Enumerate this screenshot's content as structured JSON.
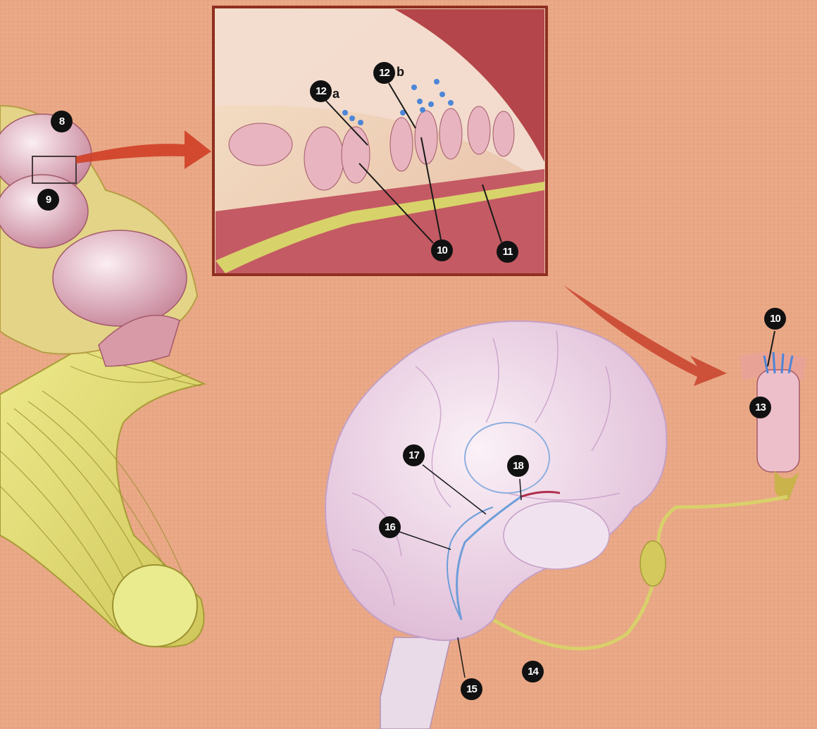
{
  "colors": {
    "background": "#e9a785",
    "nerve": "#e6e07a",
    "cochlea": "#f2c9d2",
    "inset_border": "#8e2f20",
    "arrow": "#c8412b",
    "brain": "#f3dde9",
    "pathway": "#6e9ed9",
    "hair_cell": "#4c86d8"
  },
  "labels": [
    {
      "id": "8",
      "text": "8"
    },
    {
      "id": "9",
      "text": "9"
    },
    {
      "id": "12a",
      "text": "12",
      "suffix": "a"
    },
    {
      "id": "12b",
      "text": "12",
      "suffix": "b"
    },
    {
      "id": "10-inset",
      "text": "10"
    },
    {
      "id": "11",
      "text": "11"
    },
    {
      "id": "10-cell",
      "text": "10"
    },
    {
      "id": "13",
      "text": "13"
    },
    {
      "id": "14",
      "text": "14"
    },
    {
      "id": "15",
      "text": "15"
    },
    {
      "id": "16",
      "text": "16"
    },
    {
      "id": "17",
      "text": "17"
    },
    {
      "id": "18",
      "text": "18"
    }
  ]
}
